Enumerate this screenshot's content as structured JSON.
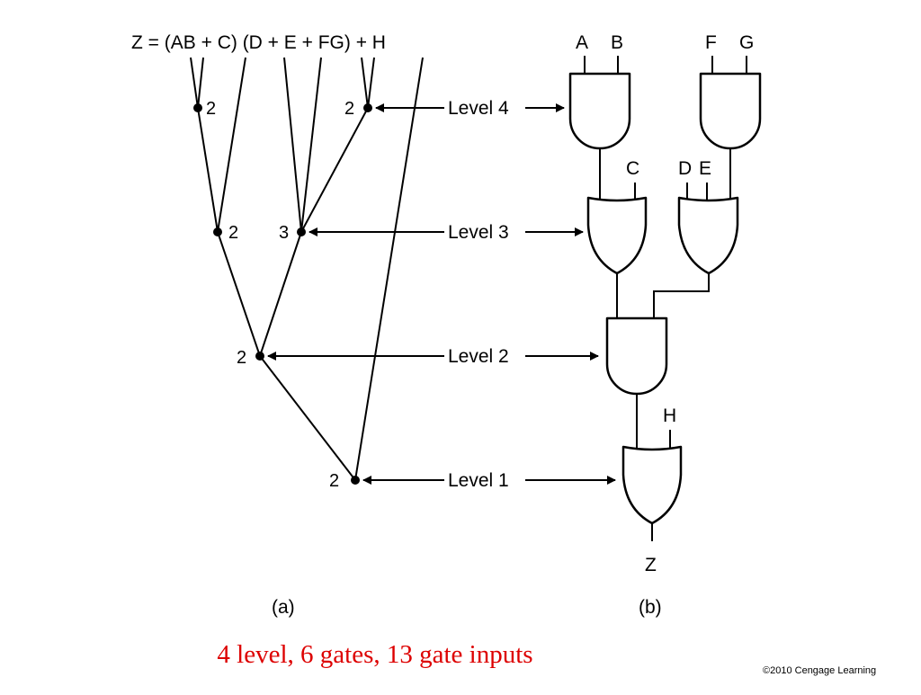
{
  "equation": "Z = (AB + C) (D + E + FG) + H",
  "tree": {
    "node_labels": {
      "ab": "2",
      "fg": "2",
      "abc": "2",
      "defg": "3",
      "and2": "2",
      "root": "2"
    }
  },
  "levels": [
    "Level 4",
    "Level 3",
    "Level 2",
    "Level 1"
  ],
  "circuit": {
    "inputs": {
      "a": "A",
      "b": "B",
      "f": "F",
      "g": "G",
      "c": "C",
      "d": "D",
      "e": "E",
      "h": "H"
    },
    "output": "Z"
  },
  "panel_labels": {
    "a": "(a)",
    "b": "(b)"
  },
  "caption": "4 level, 6 gates, 13 gate inputs",
  "copyright": "©2010 Cengage Learning",
  "colors": {
    "caption": "#dd0000",
    "lines": "#000000"
  }
}
